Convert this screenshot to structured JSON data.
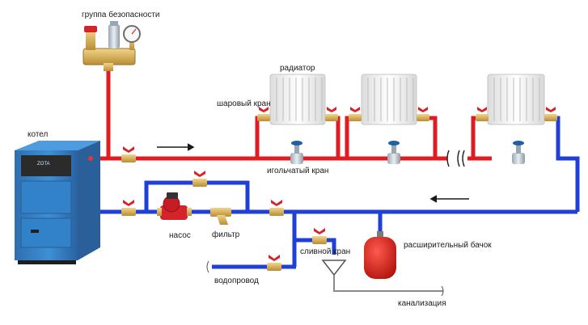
{
  "labels": {
    "safety_group": "группа безопасности",
    "radiator": "радиатор",
    "ball_valve": "шаровый кран",
    "boiler": "котел",
    "needle_valve": "игольчатый кран",
    "pump": "насос",
    "filter": "фильтр",
    "drain_valve": "сливной кран",
    "expansion_tank": "расширительный бачок",
    "water_supply": "водопровод",
    "sewer": "канализация",
    "boiler_brand": "ZOTA"
  },
  "colors": {
    "supply_pipe": "#e11b22",
    "return_pipe": "#1f3fd6",
    "boiler_body": "#3a88cc",
    "expansion_tank": "#d8261f",
    "valve_handle": "#d4232a",
    "valve_brass": "#d8b25a",
    "radiator": "#f4f4f4",
    "drain_line": "#8a8a8a"
  },
  "icons": {
    "flow_forward": "arrow-right-icon",
    "flow_return": "arrow-left-icon",
    "pipe_break": "pipe-break-icon"
  }
}
